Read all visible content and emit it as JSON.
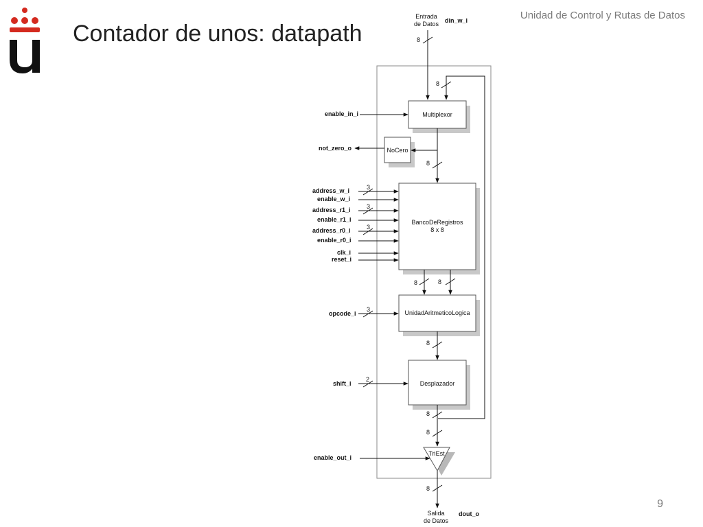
{
  "header": {
    "course": "Unidad de Control y Rutas de Datos",
    "title": "Contador de unos: datapath"
  },
  "page_number": "9",
  "diagram": {
    "input_top_label_line1": "Entrada",
    "input_top_label_line2": "de Datos",
    "input_top_signal": "din_w_i",
    "output_bottom_label_line1": "Salida",
    "output_bottom_label_line2": "de Datos",
    "output_bottom_signal": "dout_o",
    "blocks": {
      "mux": "Multiplexor",
      "nocero": "NoCero",
      "regbank_line1": "BancoDeRegistros",
      "regbank_line2": "8 x 8",
      "alu": "UnidadAritmeticoLogica",
      "shifter": "Desplazador",
      "tristate": "TriEst"
    },
    "signals": {
      "enable_in": "enable_in_i",
      "not_zero": "not_zero_o",
      "address_w": "address_w_i",
      "enable_w": "enable_w_i",
      "address_r1": "address_r1_i",
      "enable_r1": "enable_r1_i",
      "address_r0": "address_r0_i",
      "enable_r0": "enable_r0_i",
      "clk": "clk_i",
      "reset": "reset_i",
      "opcode": "opcode_i",
      "shift": "shift_i",
      "enable_out": "enable_out_i"
    },
    "bus_widths": {
      "din": "8",
      "feedback": "8",
      "mux_out": "8",
      "addr_w": "3",
      "addr_r1": "3",
      "addr_r0": "3",
      "reg_out_a": "8",
      "reg_out_b": "8",
      "opcode": "3",
      "alu_out": "8",
      "shift": "2",
      "shifter_out": "8",
      "tri_in": "8",
      "dout": "8"
    }
  }
}
